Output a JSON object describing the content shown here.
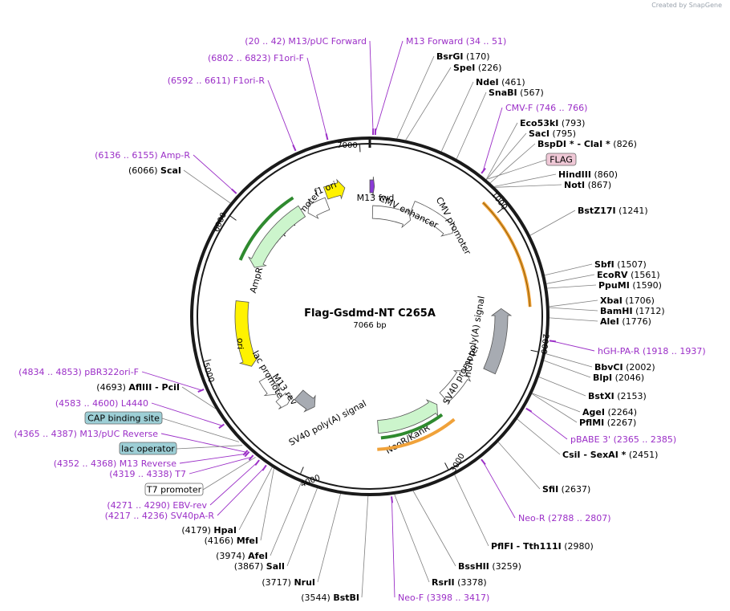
{
  "credit": "Created by SnapGene",
  "plasmid": {
    "name": "Flag-Gsdmd-NT C265A",
    "length_label": "7066 bp",
    "length": 7066
  },
  "colors": {
    "primer": "#9b2fc7",
    "text": "#000000",
    "line": "#808080"
  },
  "ticks": [
    "1000",
    "2000",
    "3000",
    "4000",
    "5000",
    "6000",
    "7000"
  ],
  "sites": [
    {
      "prefix": "",
      "name": "BsrGI",
      "pos": "(170)"
    },
    {
      "prefix": "",
      "name": "SpeI",
      "pos": "(226)"
    },
    {
      "prefix": "",
      "name": "NdeI",
      "pos": "(461)"
    },
    {
      "prefix": "",
      "name": "SnaBI",
      "pos": "(567)"
    },
    {
      "prefix": "",
      "name": "Eco53kI",
      "pos": "(793)"
    },
    {
      "prefix": "",
      "name": "SacI",
      "pos": "(795)"
    },
    {
      "prefix": "",
      "name": "BspDI *  -  ClaI *",
      "pos": "(826)"
    },
    {
      "prefix": "",
      "name": "HindIII",
      "pos": "(860)"
    },
    {
      "prefix": "",
      "name": "NotI",
      "pos": "(867)"
    },
    {
      "prefix": "",
      "name": "BstZ17I",
      "pos": "(1241)"
    },
    {
      "prefix": "",
      "name": "SbfI",
      "pos": "(1507)"
    },
    {
      "prefix": "",
      "name": "EcoRV",
      "pos": "(1561)"
    },
    {
      "prefix": "",
      "name": "PpuMI",
      "pos": "(1590)"
    },
    {
      "prefix": "",
      "name": "XbaI",
      "pos": "(1706)"
    },
    {
      "prefix": "",
      "name": "BamHI",
      "pos": "(1712)"
    },
    {
      "prefix": "",
      "name": "AleI",
      "pos": "(1776)"
    },
    {
      "prefix": "",
      "name": "BbvCI",
      "pos": "(2002)"
    },
    {
      "prefix": "",
      "name": "BlpI",
      "pos": "(2046)"
    },
    {
      "prefix": "",
      "name": "BstXI",
      "pos": "(2153)"
    },
    {
      "prefix": "",
      "name": "AgeI",
      "pos": "(2264)"
    },
    {
      "prefix": "",
      "name": "PflMI",
      "pos": "(2267)"
    },
    {
      "prefix": "",
      "name": "CsiI   -  SexAI *",
      "pos": "(2451)"
    },
    {
      "prefix": "",
      "name": "SfiI",
      "pos": "(2637)"
    },
    {
      "prefix": "",
      "name": "PflFI  -  Tth111I",
      "pos": "(2980)"
    },
    {
      "prefix": "",
      "name": "BssHII",
      "pos": "(3259)"
    },
    {
      "prefix": "",
      "name": "RsrII",
      "pos": "(3378)"
    },
    {
      "prefix": "(3544)",
      "name": "BstBI",
      "pos": ""
    },
    {
      "prefix": "(3717)",
      "name": "NruI",
      "pos": ""
    },
    {
      "prefix": "(3867)",
      "name": "SalI",
      "pos": ""
    },
    {
      "prefix": "(3974)",
      "name": "AfeI",
      "pos": ""
    },
    {
      "prefix": "(4166)",
      "name": "MfeI",
      "pos": ""
    },
    {
      "prefix": "(4179)",
      "name": "HpaI",
      "pos": ""
    },
    {
      "prefix": "(4693)",
      "name": "AflIII    -  PciI",
      "pos": ""
    },
    {
      "prefix": "(6066)",
      "name": "ScaI",
      "pos": ""
    }
  ],
  "primers": [
    {
      "text": "(20 .. 42)   M13/pUC Forward"
    },
    {
      "text": "M13 Forward    (34 .. 51)"
    },
    {
      "text": "(6802 .. 6823)   F1ori-F"
    },
    {
      "text": "(6592 .. 6611)   F1ori-R"
    },
    {
      "text": "CMV-F      (746 .. 766)"
    },
    {
      "text": "(6136 .. 6155)   Amp-R"
    },
    {
      "text": "hGH-PA-R      (1918 .. 1937)"
    },
    {
      "text": "(4834 .. 4853)   pBR322ori-F"
    },
    {
      "text": "(4583 .. 4600)   L4440"
    },
    {
      "text": "(4365 .. 4387)   M13/pUC Reverse"
    },
    {
      "text": "(4352 .. 4368)   M13 Reverse"
    },
    {
      "text": "(4319 .. 4338)   T7"
    },
    {
      "text": "pBABE 3'     (2365 .. 2385)"
    },
    {
      "text": "(4271 .. 4290)   EBV-rev"
    },
    {
      "text": "(4217 .. 4236)   SV40pA-R"
    },
    {
      "text": "Neo-R      (2788 .. 2807)"
    },
    {
      "text": "Neo-F     (3398 .. 3417)"
    }
  ],
  "boxes": [
    {
      "text": "FLAG",
      "fill": "#efc8d6"
    },
    {
      "text": "CAP binding site",
      "fill": "#9dcfd6"
    },
    {
      "text": "lac operator",
      "fill": "#9dcfd6"
    },
    {
      "text": "T7 promoter",
      "fill": "#ffffff"
    }
  ],
  "features": [
    {
      "label": "f1 ori",
      "fill": "#fff200"
    },
    {
      "label": "AmpR promoter",
      "fill": "#ffffff"
    },
    {
      "label": "AmpR",
      "fill": "#ccf5cc"
    },
    {
      "label": "ori",
      "fill": "#fff200"
    },
    {
      "label": "lac promoter",
      "fill": "#ffffff"
    },
    {
      "label": "M13 rev",
      "fill": "#ffffff"
    },
    {
      "label": "SV40 poly(A) signal",
      "fill": "#a7abb2"
    },
    {
      "label": "NeoR/KanR",
      "fill": "#ccf5cc"
    },
    {
      "label": "SV40 promoter",
      "fill": "#ffffff"
    },
    {
      "label": "hGH poly(A) signal",
      "fill": "#a7abb2"
    },
    {
      "label": "CMV promoter",
      "fill": "#ffffff"
    },
    {
      "label": "CMV enhancer",
      "fill": "#ffffff"
    },
    {
      "label": "M13 fwd",
      "fill": "#8a3ad6"
    }
  ]
}
